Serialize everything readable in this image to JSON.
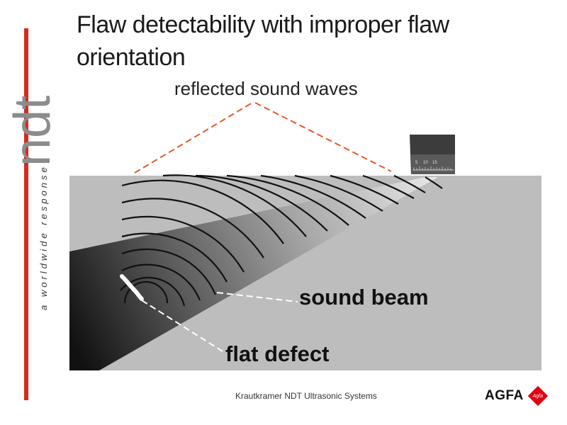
{
  "slide": {
    "title": "Flaw detectability with improper flaw orientation",
    "labels": {
      "reflected": "reflected sound waves",
      "beam": "sound beam",
      "defect": "flat defect"
    },
    "probe_scale": [
      "5",
      "10",
      "15"
    ]
  },
  "logo": {
    "brand": "ndt",
    "tagline": "a worldwide response",
    "color": "#d52b1e"
  },
  "footer": {
    "text": "Krautkramer NDT Ultrasonic Systems",
    "company": "AGFA",
    "company_mark": "Agfa",
    "company_color": "#e3000f"
  }
}
